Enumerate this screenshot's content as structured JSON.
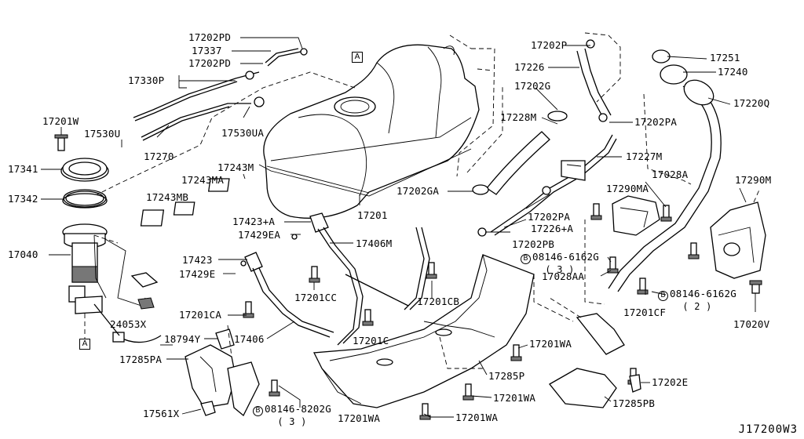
{
  "diagram": {
    "id": "J17200W3",
    "ref_marker": "A",
    "bolt_symbol": "B",
    "callouts": {
      "c17202PD": "17202PD",
      "c17337": "17337",
      "c17202PD_b": "17202PD",
      "c17330P": "17330P",
      "c17201W": "17201W",
      "c17530U": "17530U",
      "c17270": "17270",
      "c17530UA": "17530UA",
      "c17341": "17341",
      "c17342": "17342",
      "c17243M": "17243M",
      "c17243MA": "17243MA",
      "c17243MB": "17243MB",
      "c17040": "17040",
      "c17423A": "17423+A",
      "c17429EA": "17429EA",
      "c17406M": "17406M",
      "c17423": "17423",
      "c17429E": "17429E",
      "c17201CC": "17201CC",
      "c17201CB": "17201CB",
      "c17201CA": "17201CA",
      "c24053X": "24053X",
      "c17201C": "17201C",
      "c18794Y": "18794Y",
      "c17406": "17406",
      "c17285PA": "17285PA",
      "c17201WA_a": "17201WA",
      "c17285P": "17285P",
      "c17201WA_b": "17201WA",
      "c17561X": "17561X",
      "c08146_8202G": "08146-8202G",
      "q08146_8202G": "( 3 )",
      "c17201WA_c": "17201WA",
      "c17201WA_d": "17201WA",
      "c17201": "17201",
      "c17202P": "17202P",
      "c17226": "17226",
      "c17202G": "17202G",
      "c17228M": "17228M",
      "c17202PA_a": "17202PA",
      "c17227M": "17227M",
      "c17202GA": "17202GA",
      "c17202PA_b": "17202PA",
      "c17226A": "17226+A",
      "c17202PB": "17202PB",
      "c08146_6162G_a": "08146-6162G",
      "q08146_6162G_a": "( 3 )",
      "c17028AA": "17028AA",
      "c17290MA": "17290MA",
      "c17028A": "17028A",
      "c17251": "17251",
      "c17240": "17240",
      "c17220Q": "17220Q",
      "c17290M": "17290M",
      "c08146_6162G_b": "08146-6162G",
      "q08146_6162G_b": "( 2 )",
      "c17201CF": "17201CF",
      "c17020V": "17020V",
      "c17202E": "17202E",
      "c17285PB": "17285PB"
    }
  }
}
